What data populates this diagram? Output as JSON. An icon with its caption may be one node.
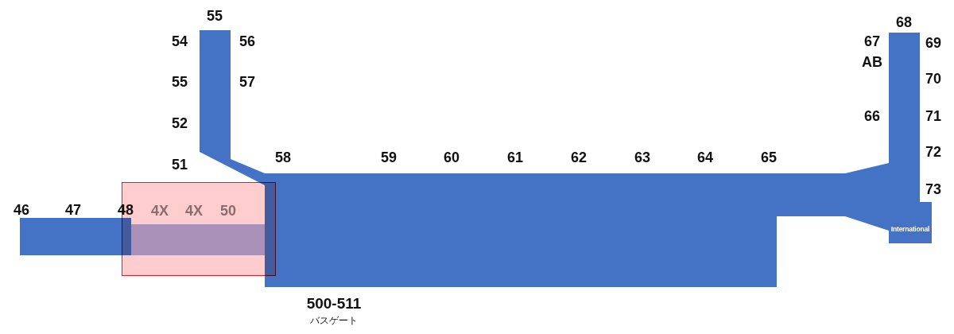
{
  "diagram": {
    "nodes": [
      {
        "text": [
          "International"
        ]
      },
      {
        "text": [
          "4X",
          "4X",
          "50"
        ]
      }
    ],
    "labels": [
      "55",
      "68",
      "54",
      "56",
      "67",
      "69",
      "AB",
      "55",
      "57",
      "70",
      "52",
      "66",
      "71",
      "51",
      "58",
      "59",
      "60",
      "61",
      "62",
      "63",
      "64",
      "65",
      "72",
      "73",
      "46",
      "47",
      "48",
      "500-511",
      "バスゲート"
    ]
  }
}
